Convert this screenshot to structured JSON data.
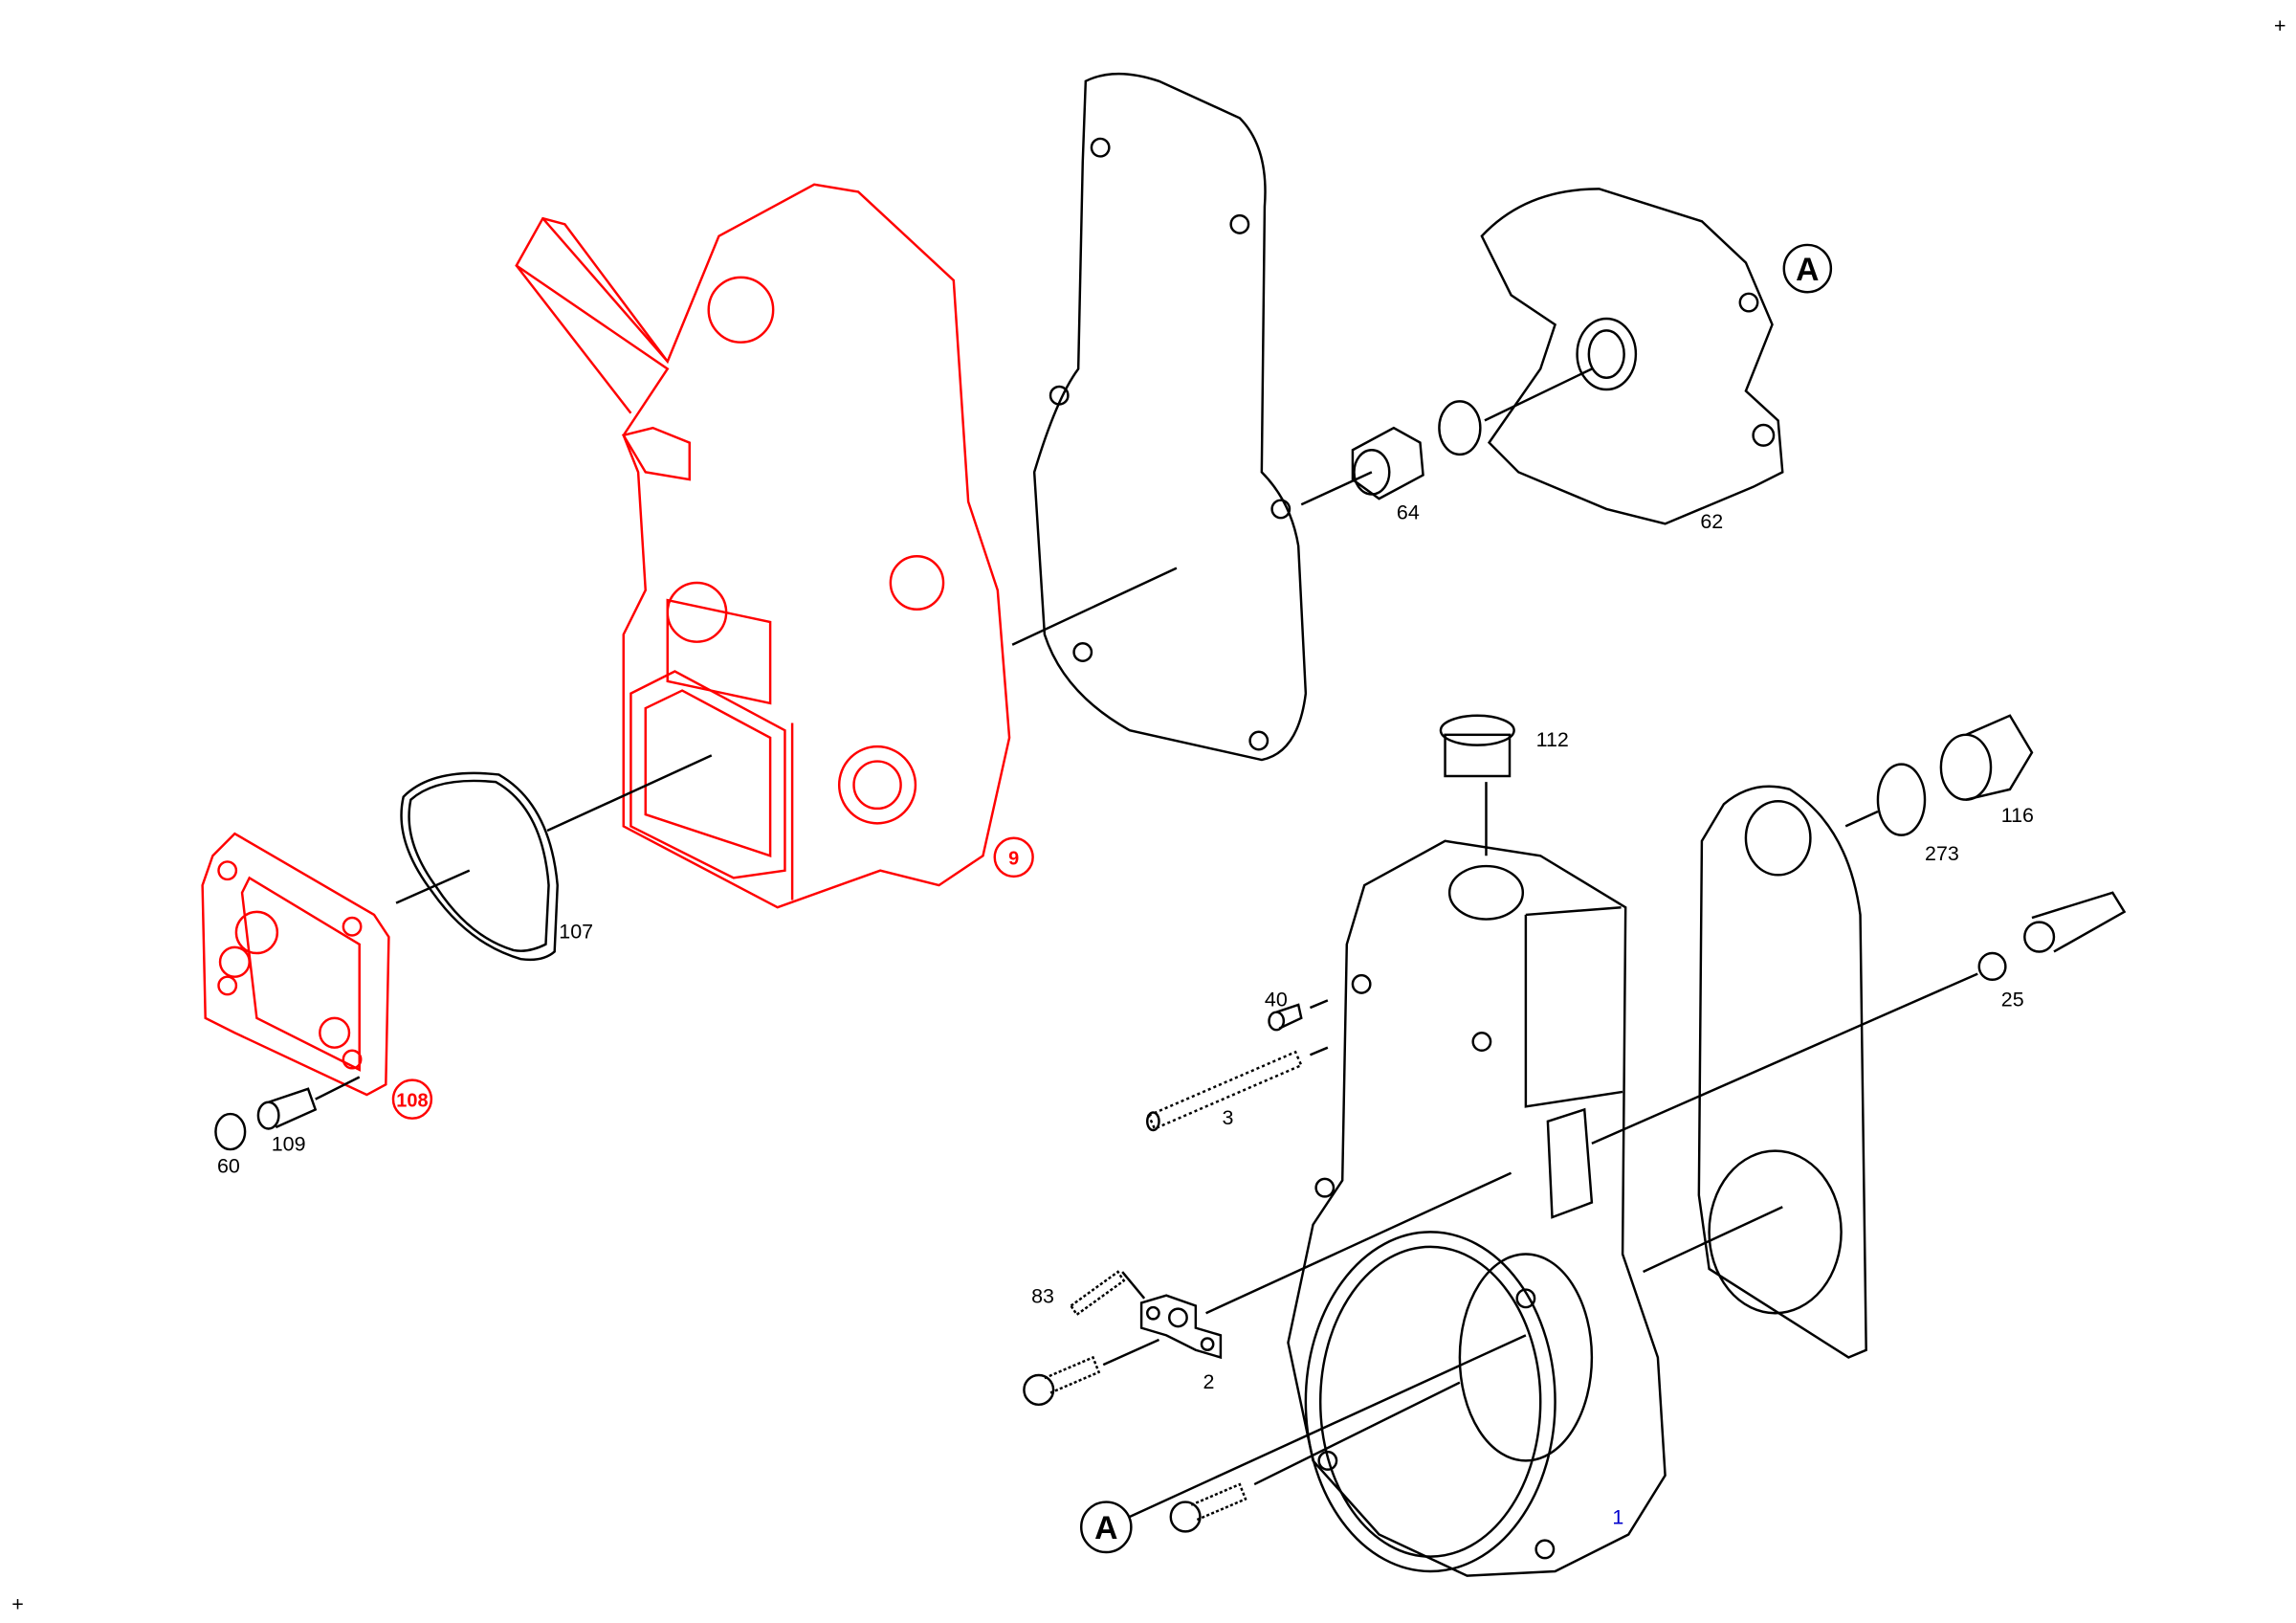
{
  "diagram": {
    "corner_marks": [
      "+",
      "+"
    ],
    "highlighted_callouts": {
      "pump_body": "9",
      "cover": "108"
    },
    "callouts": {
      "o_ring": "107",
      "seal_ring": "60",
      "plug_screw": "109",
      "nut_64": "64",
      "bracket": "62",
      "ref_a_top": "A",
      "plug_112": "112",
      "sleeve": "116",
      "ring_273": "273",
      "nut_25": "25",
      "pin": "40",
      "stud": "3",
      "spring": "83",
      "clip": "2",
      "ref_a_bottom": "A",
      "housing": "1"
    },
    "colors": {
      "highlight": "#ff0000",
      "housing_label": "#0000cc",
      "line": "#000000"
    }
  }
}
